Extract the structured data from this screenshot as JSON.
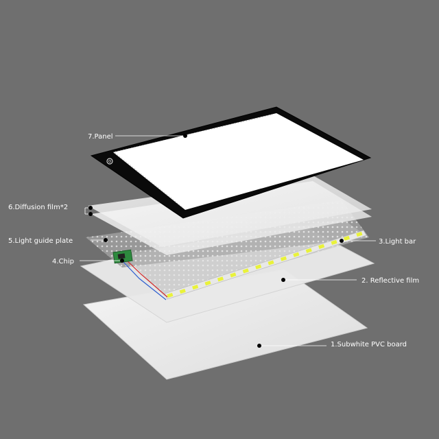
{
  "labels": {
    "panel": "7.Panel",
    "diffusion": "6.Diffusion film*2",
    "light_guide": "5.Light guide plate",
    "chip": "4.Chip",
    "light_bar": "3.Light bar",
    "reflective": "2. Reflective film",
    "pvc_board": "1.Subwhite PVC board"
  },
  "colors": {
    "background": "#6f6f6f",
    "panel_frame": "#0a0a0a",
    "panel_screen": "#ffffff",
    "led": "#e9f23a",
    "board": "#eeeeee",
    "film": "#f4f4f4"
  },
  "icons": {
    "power": "power-button-icon"
  }
}
